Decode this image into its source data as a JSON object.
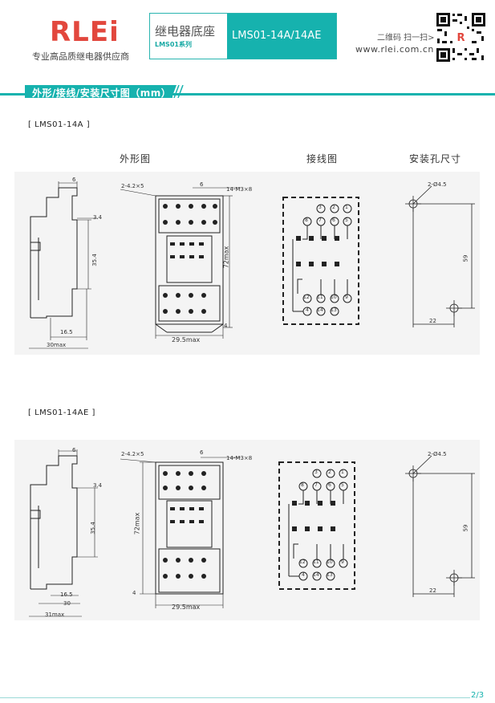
{
  "header": {
    "logo_text": "RLEi",
    "logo_tagline": "专业高品质继电器供应商",
    "product_title": "继电器底座",
    "product_series": "LMS01系列",
    "model": "LMS01-14A/14AE",
    "qr_label": "二维码 扫一扫>",
    "website": "www.rlei.com.cn"
  },
  "section": {
    "title": "外形/接线/安装尺寸图（mm）"
  },
  "columns": {
    "outline": "外形图",
    "wiring": "接线图",
    "mounting": "安装孔尺寸"
  },
  "models": [
    {
      "label": "[ LMS01-14A ]",
      "dims": {
        "top": "6",
        "offset": "3.4",
        "height": "35.4",
        "base": "16.5",
        "width_max": "30max",
        "holes": "2-4.2×5",
        "screws": "14-M3×8",
        "total_height": "72max",
        "small": "4",
        "front_width": "29.5max"
      },
      "mount": {
        "hole": "2-Ø4.5",
        "height": "59",
        "width": "22"
      }
    },
    {
      "label": "[ LMS01-14AE ]",
      "dims": {
        "top": "6",
        "offset": "3.4",
        "height": "35.4",
        "base": "16.5",
        "mid": "30",
        "width_max": "31max",
        "holes": "2-4.2×5",
        "screws": "14-M3×8",
        "total_height": "72max",
        "small": "4",
        "front_width": "29.5max"
      },
      "mount": {
        "hole": "2-Ø4.5",
        "height": "59",
        "width": "22"
      }
    }
  ],
  "wiring_pins": {
    "top_row1": [
      "3",
      "2",
      "1"
    ],
    "top_row2": [
      "8",
      "7",
      "6",
      "5"
    ],
    "bottom_row1": [
      "12",
      "11",
      "10",
      "9"
    ],
    "bottom_row2": [
      "4",
      "14",
      "13"
    ]
  },
  "page": "2/3",
  "colors": {
    "accent": "#16b2ae",
    "logo_red": "#e2473d"
  }
}
